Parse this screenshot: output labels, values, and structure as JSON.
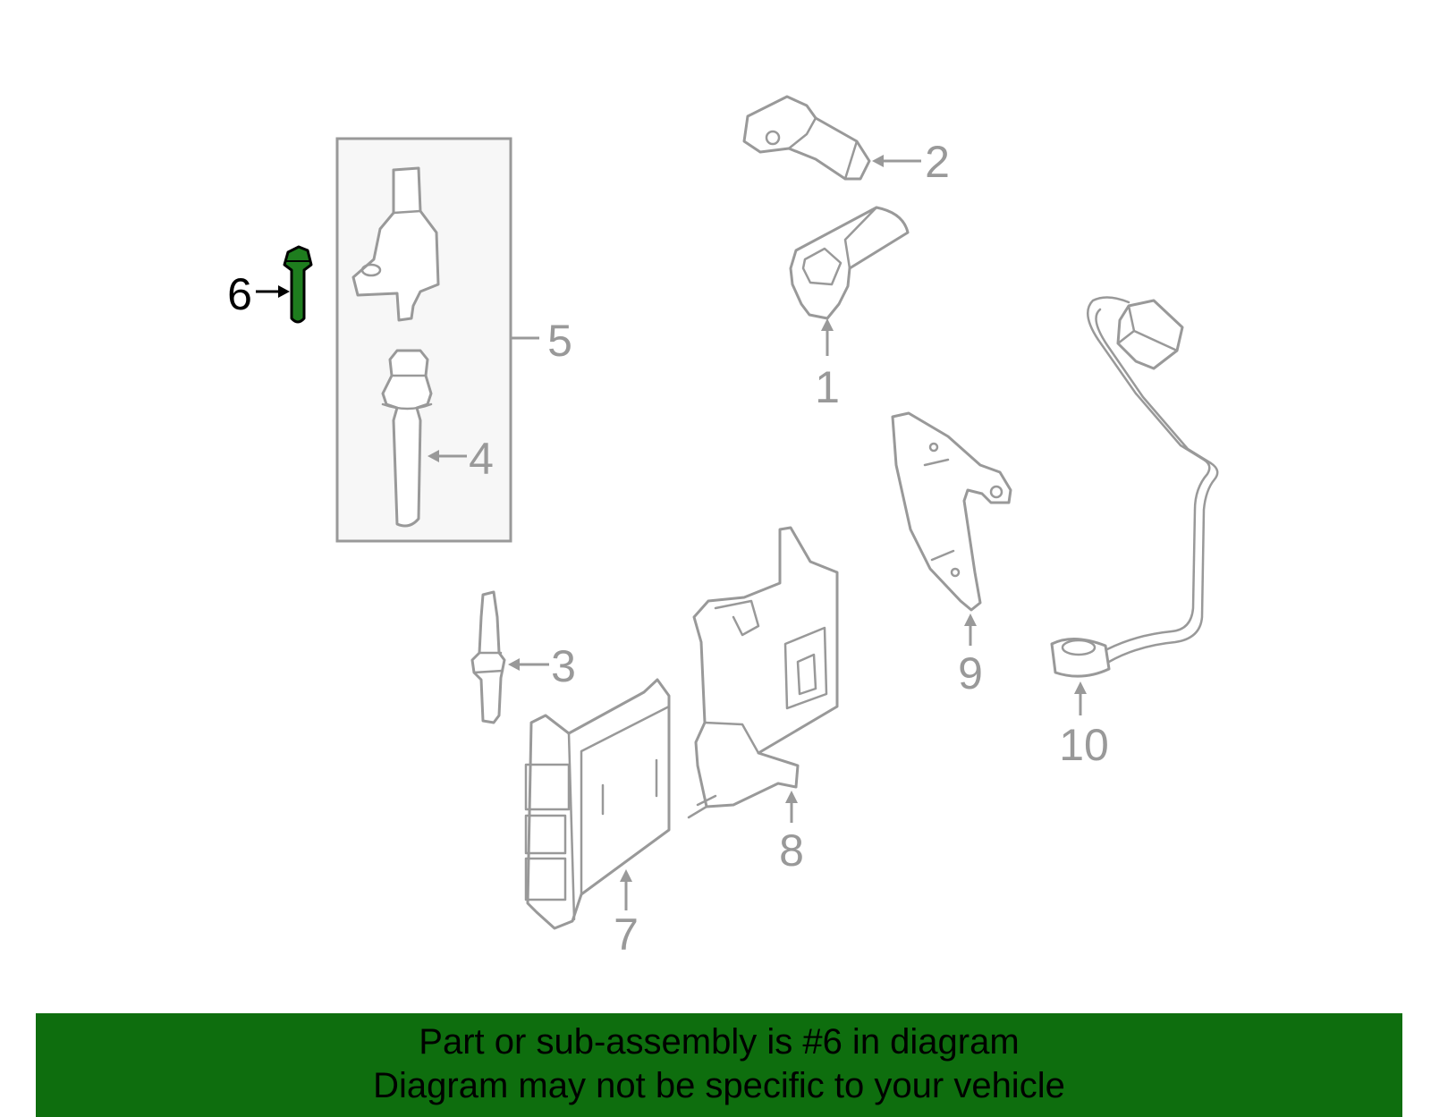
{
  "callouts": {
    "c1": "1",
    "c2": "2",
    "c3": "3",
    "c4": "4",
    "c5": "5",
    "c6": "6",
    "c7": "7",
    "c8": "8",
    "c9": "9",
    "c10": "10"
  },
  "highlighted_part": "6",
  "banner": {
    "line1": "Part or sub-assembly is #6 in diagram",
    "line2": "Diagram may not be specific to your vehicle",
    "background": "#0e6e0e",
    "text_color": "#000000"
  },
  "colors": {
    "line_art": "#999999",
    "highlight_fill": "#1e7d1e",
    "group_box_fill": "#f7f7f7"
  }
}
